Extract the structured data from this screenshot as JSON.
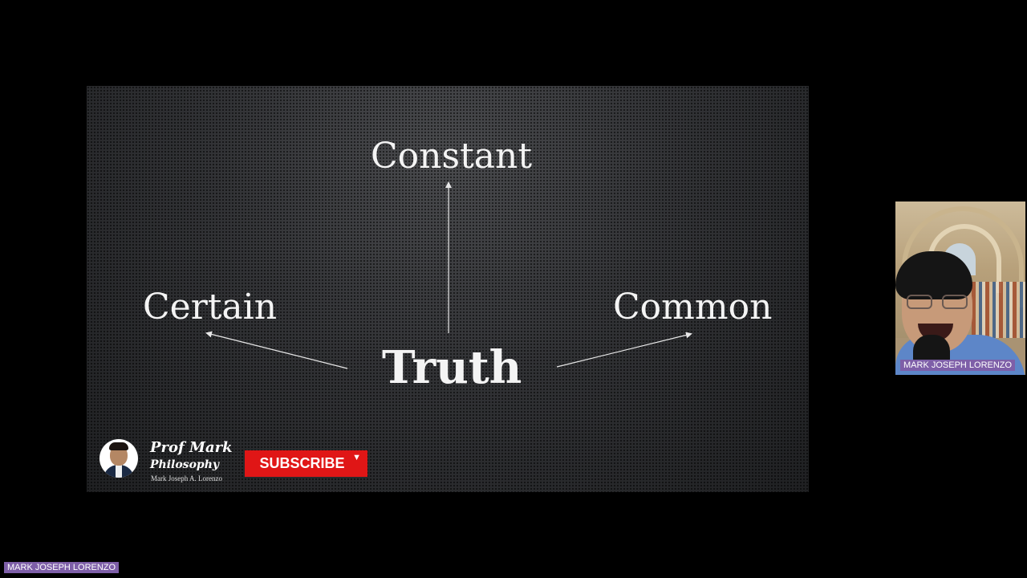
{
  "slide": {
    "words": {
      "top": "Constant",
      "left": "Certain",
      "right": "Common",
      "center": "Truth"
    }
  },
  "branding": {
    "title": "Prof Mark",
    "subtitle": "Philosophy",
    "name": "Mark Joseph A. Lorenzo",
    "subscribe_label": "SUBSCRIBE",
    "subscribe_caret": "▼"
  },
  "video_tile": {
    "participant_name": "MARK JOSEPH LORENZO"
  },
  "bottom_tag": {
    "label": "MARK JOSEPH LORENZO"
  },
  "colors": {
    "background": "#000000",
    "subscribe_red": "#e01616",
    "name_tag_purple": "#7e5fa8",
    "slide_text": "#f4f4f4"
  }
}
